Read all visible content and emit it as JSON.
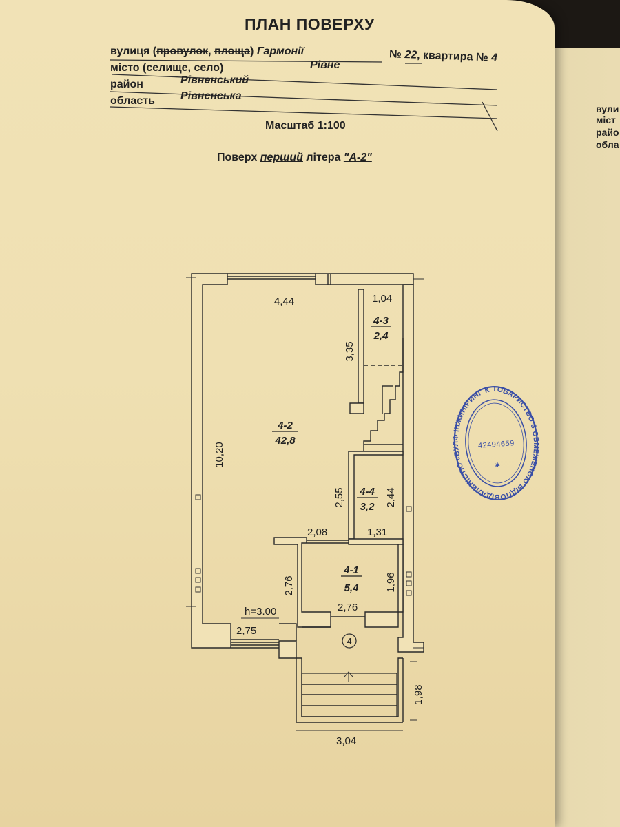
{
  "header": {
    "title": "ПЛАН ПОВЕРХУ",
    "street_label": "вулиця",
    "street_alt1": "(",
    "street_alt2": "провулок",
    "street_alt3": ",",
    "street_alt4": "площа",
    "street_alt5": ")",
    "street_value": "Гармонії",
    "number_label": "№",
    "number_value": "22",
    "apartment_label": "квартира №",
    "apartment_value": "4",
    "city_label": "місто",
    "city_alt1": "(",
    "city_alt2": "селище",
    "city_alt3": ",",
    "city_alt4": "село",
    "city_alt5": ")",
    "city_value": "Рівне",
    "district_label": "район",
    "district_value": "Рівненський",
    "region_label": "область",
    "region_value": "Рівненська",
    "scale": "Масштаб 1:100",
    "floor_prefix": "Поверх",
    "floor_value": "перший",
    "letter_label": "літера",
    "letter_value": "\"А-2\""
  },
  "side_page": {
    "lines": [
      "вули",
      "міст",
      "райо",
      "обла"
    ]
  },
  "plan": {
    "dims": {
      "top_width": "4,44",
      "stair_width": "1,04",
      "left_height": "10,20",
      "stair_height": "3,35",
      "room44_left": "2,55",
      "room44_right": "2,44",
      "corridor_width": "2,08",
      "room44_width": "1,31",
      "room41_left": "2,76",
      "room41_right": "1,96",
      "room41_width": "2,76",
      "ceiling": "h=3.00",
      "bottom_left": "2,75",
      "porch_height": "1,98",
      "porch_width": "3,04"
    },
    "rooms": [
      {
        "num": "4-2",
        "area": "42,8"
      },
      {
        "num": "4-3",
        "area": "2,4"
      },
      {
        "num": "4-4",
        "area": "3,2"
      },
      {
        "num": "4-1",
        "area": "5,4"
      }
    ],
    "entrance_mark": "4"
  },
  "stamp": {
    "code": "42494659",
    "ring_text": "ТОВАРИСТВО З ОБМЕЖЕНОЮ ВІДПОВІДАЛЬНІСТЮ «БУЛФ ІНЖИНІРИНГ КОМПАНІ» * УКРАЇНА *"
  }
}
